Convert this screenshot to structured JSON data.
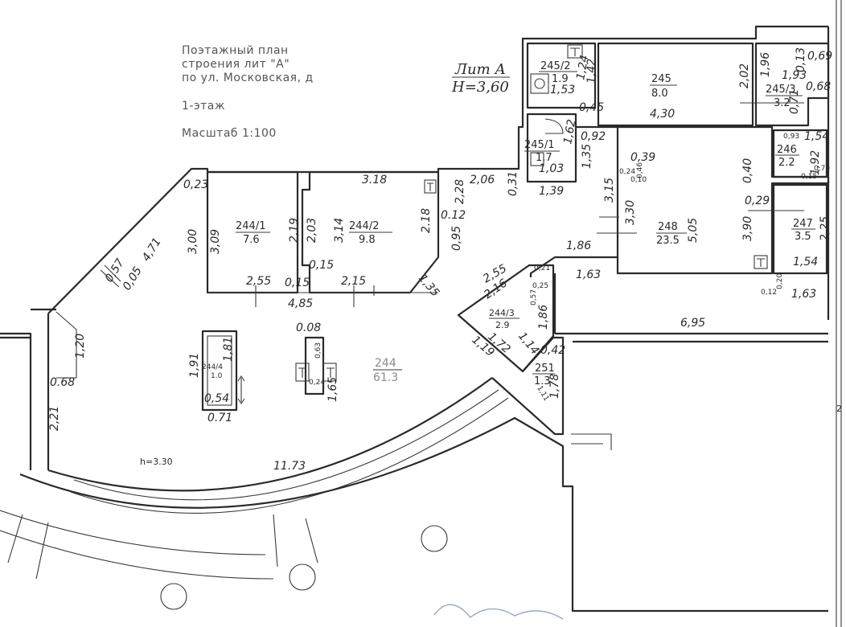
{
  "header": {
    "line1": "Поэтажный план",
    "line2": "строения лит \"А\"",
    "line3": "по ул. Московская, д",
    "floor": "1-этаж",
    "scale": "Масштаб 1:100"
  },
  "lit": {
    "name": "Лит А",
    "height": "H=3,60"
  },
  "rooms": [
    {
      "id": "244/1",
      "area": "7.6"
    },
    {
      "id": "244/2",
      "area": "9.8"
    },
    {
      "id": "244/3",
      "area": "2.9"
    },
    {
      "id": "244/4",
      "area": "1.0"
    },
    {
      "id": "244",
      "area": "61.3"
    },
    {
      "id": "245",
      "area": "8.0"
    },
    {
      "id": "245/1",
      "area": "1.7"
    },
    {
      "id": "245/2",
      "area": "1.9"
    },
    {
      "id": "245/3",
      "area": "3.2"
    },
    {
      "id": "246",
      "area": "2.2"
    },
    {
      "id": "247",
      "area": "3.5"
    },
    {
      "id": "248",
      "area": "23.5"
    },
    {
      "id": "251",
      "area": "1.3"
    }
  ],
  "dimensions": {
    "d_0_23": "0,23",
    "d_4_71": "4,71",
    "d_0_57": "0,57",
    "d_0_05": "0,05",
    "d_3_00": "3,00",
    "d_3_09": "3,09",
    "d_2_19": "2,19",
    "d_2_03": "2,03",
    "d_3_14": "3,14",
    "d_3_18": "3.18",
    "d_2_18": "2.18",
    "d_0_12": "0.12",
    "d_0_95": "0,95",
    "d_2_28": "2,28",
    "d_2_06": "2,06",
    "d_0_31": "0,31",
    "d_1_39": "1,39",
    "d_1_35": "1,35",
    "d_0_92": "0,92",
    "d_1_62": "1,62",
    "d_1_03": "1,03",
    "d_0_45": "0,45",
    "d_1_42": "1,42",
    "d_1_24": "1,24",
    "d_1_53": "1,53",
    "d_4_30": "4,30",
    "d_2_02": "2,02",
    "d_1_96": "1,96",
    "d_1_93": "1,93",
    "d_0_13": "0,13",
    "d_0_68": "0,68",
    "d_0_69": "0,69",
    "d_0_71": "0,71",
    "d_1_54": "1,54",
    "d_1_92": "1,92",
    "d_0_93": "0,93",
    "d_0_15": "0,15",
    "d_0_70": "0,70",
    "d_0_40": "0,40",
    "d_0_29": "0,29",
    "d_3_90": "3,90",
    "d_2_25": "2,25",
    "d_1_54b": "1,54",
    "d_1_63b": "1,63",
    "d_0_12b": "0,12",
    "d_0_20": "0,20",
    "d_3_15": "3,15",
    "d_3_30": "3,30",
    "d_0_39": "0,39",
    "d_0_24": "0,24",
    "d_0_46": "0,46",
    "d_0_10": "0,10",
    "d_5_05": "5,05",
    "d_1_86": "1,86",
    "d_1_63": "1,63",
    "d_6_95": "6,95",
    "d_2_55": "2,55",
    "d_0_15b": "0,15",
    "d_2_15": "2,15",
    "d_4_85": "4,85",
    "d_0_15c": "0,15",
    "d_1_35b": "1,35",
    "d_2_55b": "2,55",
    "d_2_16": "2,16",
    "d_0_21": "0,21",
    "d_0_25": "0,25",
    "d_0_57b": "0,57",
    "d_1_86b": "1,86",
    "d_1_72": "1,72",
    "d_1_14": "1,14",
    "d_1_19": "1,19",
    "d_0_42": "0,42",
    "d_1_78": "1,78",
    "d_1_11": "1,11",
    "d_0_08": "0.08",
    "d_0_63": "0,63",
    "d_0_24b": "0,24",
    "d_1_65": "1,65",
    "d_1_91": "1,91",
    "d_1_81": "1,81",
    "d_0_54": "0,54",
    "d_0_71b": "0.71",
    "d_1_20": "1,20",
    "d_0_68b": "0.68",
    "d_2_21": "2,21",
    "d_11_73": "11.73",
    "h_3_30": "h=3.30",
    "d_2_edge": "2"
  },
  "colors": {
    "ink": "#2a2a2a",
    "paper": "#ffffff",
    "pen": "#9aa6c8"
  }
}
